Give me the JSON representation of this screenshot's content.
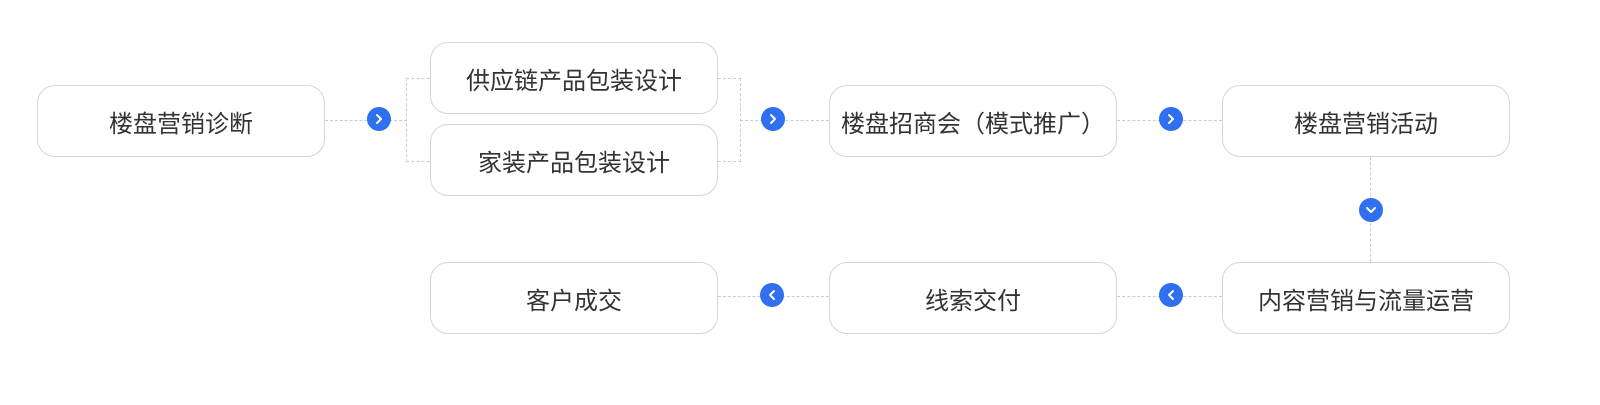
{
  "diagram": {
    "nodes": {
      "n1": "楼盘营销诊断",
      "n2a": "供应链产品包装设计",
      "n2b": "家装产品包装设计",
      "n3": "楼盘招商会（模式推广）",
      "n4": "楼盘营销活动",
      "n5": "内容营销与流量运营",
      "n6": "线索交付",
      "n7": "客户成交"
    },
    "icons": {
      "right": "chevron-right-icon",
      "left": "chevron-left-icon",
      "down": "chevron-down-icon"
    },
    "colors": {
      "accent": "#2f6ff0",
      "border": "#d3d6dc",
      "dashed": "#c9ccd2",
      "text": "#333333"
    }
  }
}
